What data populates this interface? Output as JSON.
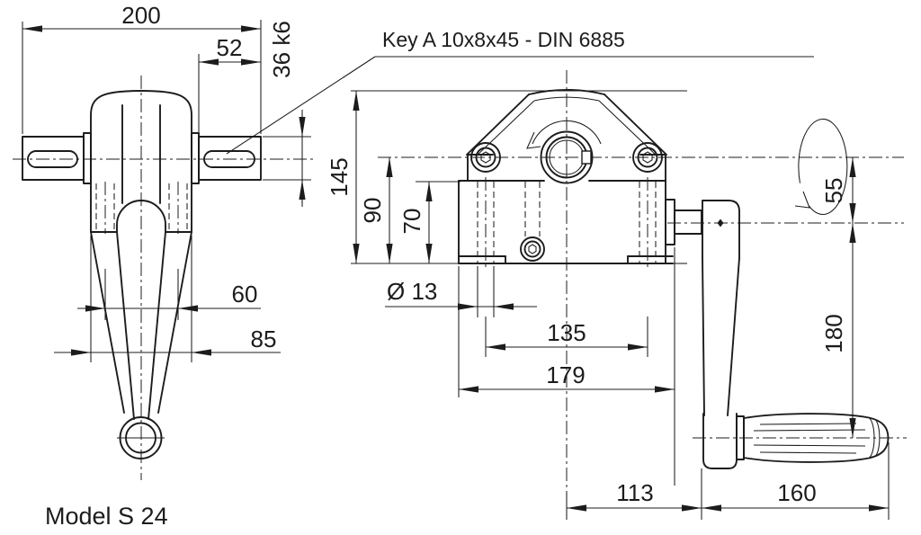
{
  "figure": {
    "model_label": "Model S 24",
    "key_callout": "Key A 10x8x45 - DIN 6885",
    "colors": {
      "line": "#1c1c1c",
      "background": "#ffffff"
    },
    "side_view": {
      "dim_overall_length": "200",
      "dim_shaft_end_length": "52",
      "dim_shaft_diameter": "36 k6",
      "dim_hole_pitch": "60",
      "dim_hub_width": "85"
    },
    "front_view": {
      "dim_total_height": "145",
      "dim_axis_to_base": "90",
      "dim_flange_height": "70",
      "dim_mount_hole_diameter": "Ø 13",
      "dim_mount_hole_pitch": "135",
      "dim_body_width": "179",
      "dim_axis_offset": "55",
      "dim_crank_radius": "180",
      "dim_center_to_crank": "113",
      "dim_handle_length": "160"
    }
  }
}
